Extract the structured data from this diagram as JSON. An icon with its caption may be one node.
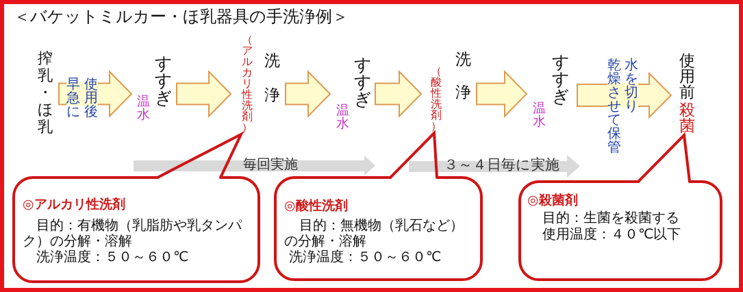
{
  "diagram": {
    "title": "＜バケットミルカー・ほ乳器具の手洗浄例＞",
    "nodes": [
      {
        "text": [
          "搾乳・ほ乳"
        ]
      },
      {
        "text": [
          "すすぎ"
        ],
        "beside": [
          "温水"
        ]
      },
      {
        "text": [
          "洗浄"
        ],
        "beside": [
          "（アルカリ性洗剤）"
        ]
      },
      {
        "text": [
          "すすぎ"
        ],
        "beside": [
          "温水"
        ]
      },
      {
        "text": [
          "洗浄"
        ],
        "beside": [
          "（酸性洗剤）"
        ]
      },
      {
        "text": [
          "すすぎ"
        ],
        "beside": [
          "温水"
        ]
      },
      {
        "text": [
          "使用前",
          "殺菌"
        ]
      },
      {
        "text": [
          "◎アルカリ性洗剤",
          "目的：有機物（乳脂肪や乳タンパク）の分解・溶解",
          "洗浄温度：５０～６０℃"
        ]
      },
      {
        "text": [
          "◎酸性洗剤",
          "目的：無機物（乳石など）の分解・溶解",
          "洗浄温度：５０～６０℃"
        ]
      },
      {
        "text": [
          "◎殺菌剤",
          "目的：生菌を殺菌する",
          "使用温度：４０℃以下"
        ]
      }
    ],
    "edges": [
      {
        "from": 0,
        "to": 1,
        "arrow": "to",
        "label": "使用後早急に"
      },
      {
        "from": 1,
        "to": 2,
        "arrow": "to"
      },
      {
        "from": 2,
        "to": 3,
        "arrow": "to"
      },
      {
        "from": 3,
        "to": 4,
        "arrow": "to"
      },
      {
        "from": 4,
        "to": 5,
        "arrow": "to"
      },
      {
        "from": 5,
        "to": 6,
        "arrow": "to",
        "label": "水を切り乾燥させて保管"
      },
      {
        "from": 7,
        "to": 2,
        "arrow": "none",
        "color": "#cf1515"
      },
      {
        "from": 8,
        "to": 4,
        "arrow": "none",
        "color": "#cf1515"
      },
      {
        "from": 9,
        "to": 6,
        "arrow": "none",
        "color": "#cf1515"
      }
    ],
    "labels": [
      "毎回実施",
      "３～４日毎に実施"
    ]
  }
}
